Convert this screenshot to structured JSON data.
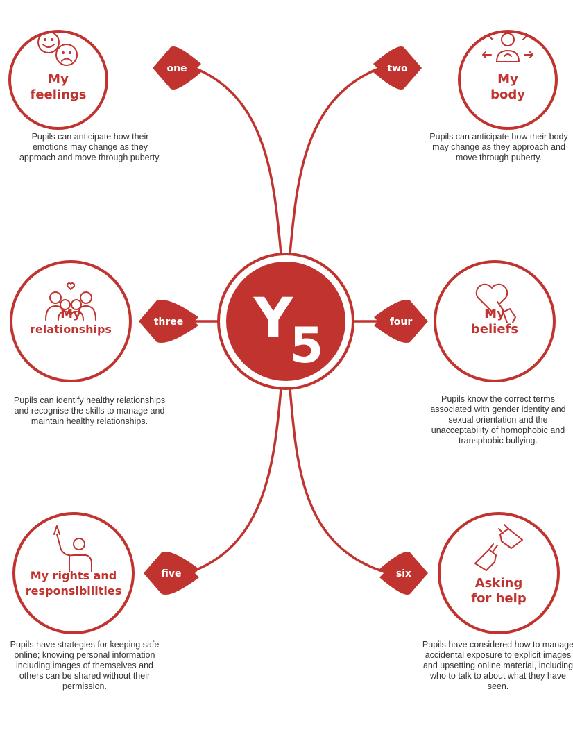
{
  "colors": {
    "primary_red": "#c0332f",
    "text_dark": "#333333",
    "background": "#ffffff"
  },
  "center": {
    "letter": "Y",
    "number": "5"
  },
  "topics": [
    {
      "id": "one",
      "tag": "one",
      "title_lines": [
        "My",
        "feelings"
      ],
      "icon": "happy-sad-faces-icon",
      "description": "Pupils can anticipate how their emotions may change as they approach and move through puberty."
    },
    {
      "id": "two",
      "tag": "two",
      "title_lines": [
        "My",
        "body"
      ],
      "icon": "body-change-icon",
      "description": "Pupils can anticipate how their body may change as they approach and move through puberty."
    },
    {
      "id": "three",
      "tag": "three",
      "title_lines": [
        "My",
        "relationships"
      ],
      "icon": "people-group-heart-icon",
      "description": "Pupils can identify healthy relationships and recognise the skills to manage and maintain healthy relationships."
    },
    {
      "id": "four",
      "tag": "four",
      "title_lines": [
        "My",
        "beliefs"
      ],
      "icon": "heart-hand-icon",
      "description": "Pupils know the correct terms associated with gender identity and sexual orientation and the unacceptability of homophobic and transphobic bullying."
    },
    {
      "id": "five",
      "tag": "five",
      "title_lines": [
        "My rights and",
        "responsibilities"
      ],
      "icon": "raised-hand-icon",
      "description": "Pupils have strategies for keeping safe online; knowing personal information including images of themselves and others can be shared without their permission."
    },
    {
      "id": "six",
      "tag": "six",
      "title_lines": [
        "Asking",
        "for help"
      ],
      "icon": "helping-hands-icon",
      "description": "Pupils have considered how to manage accidental exposure to explicit images and upsetting online material, including who to talk to about what they have seen."
    }
  ]
}
